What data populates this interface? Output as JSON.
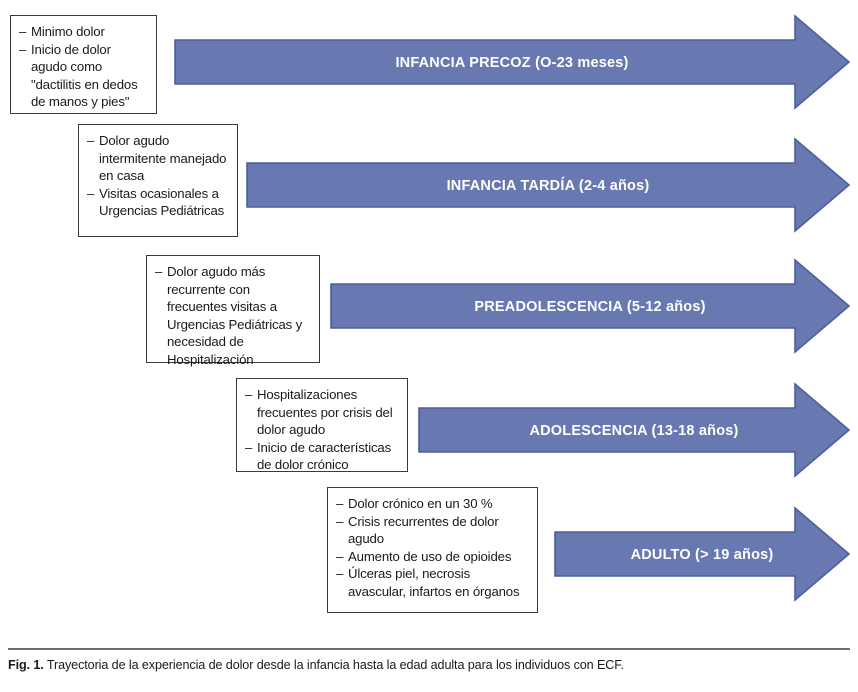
{
  "figure": {
    "caption_label": "Fig. 1.",
    "caption_text": "Trayectoria de la experiencia de dolor desde la infancia hasta la edad adulta para los individuos con ECF."
  },
  "colors": {
    "arrow_fill": "#6878b0",
    "arrow_stroke": "#4d5f9c",
    "box_border": "#3a3a3a",
    "text": "#1a1a1a",
    "arrow_label": "#ffffff",
    "caption_rule": "#6e6e6e",
    "background": "#ffffff"
  },
  "stages": [
    {
      "id": "infancia-precoz",
      "arrow_label": "INFANCIA PRECOZ (O-23 meses)",
      "bullets": [
        "Minimo dolor",
        "Inicio de dolor agudo como \"dactilitis en dedos de manos y pies\""
      ]
    },
    {
      "id": "infancia-tardia",
      "arrow_label": "INFANCIA TARDÍA (2-4 años)",
      "bullets": [
        "Dolor agudo intermitente manejado en casa",
        "Visitas ocasionales a Urgencias Pediátricas"
      ]
    },
    {
      "id": "preadolescencia",
      "arrow_label": "PREADOLESCENCIA (5-12 años)",
      "bullets": [
        "Dolor agudo más recurrente con frecuentes visitas a Urgencias Pediátricas y necesidad de Hospitalización"
      ]
    },
    {
      "id": "adolescencia",
      "arrow_label": "ADOLESCENCIA (13-18 años)",
      "bullets": [
        "Hospitalizaciones frecuentes por crisis del dolor agudo",
        "Inicio de características de dolor crónico"
      ]
    },
    {
      "id": "adulto",
      "arrow_label": "ADULTO (> 19 años)",
      "bullets": [
        "Dolor crónico en un 30 %",
        "Crisis recurrentes de dolor agudo",
        "Aumento de uso de opioides",
        "Úlceras piel, necrosis avascular, infartos en órganos"
      ]
    }
  ]
}
